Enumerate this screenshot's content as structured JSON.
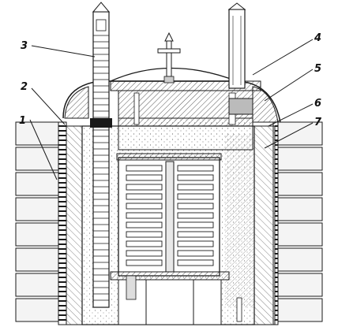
{
  "figure": {
    "labels": [
      {
        "id": "1",
        "text": "1"
      },
      {
        "id": "2",
        "text": "2"
      },
      {
        "id": "3",
        "text": "3"
      },
      {
        "id": "4",
        "text": "4"
      },
      {
        "id": "5",
        "text": "5"
      },
      {
        "id": "6",
        "text": "6"
      },
      {
        "id": "7",
        "text": "7"
      }
    ]
  },
  "colors": {
    "ink": "#1a1a1a",
    "hatch": "#555555",
    "brick": "#f4f4f4",
    "background": "#ffffff"
  }
}
